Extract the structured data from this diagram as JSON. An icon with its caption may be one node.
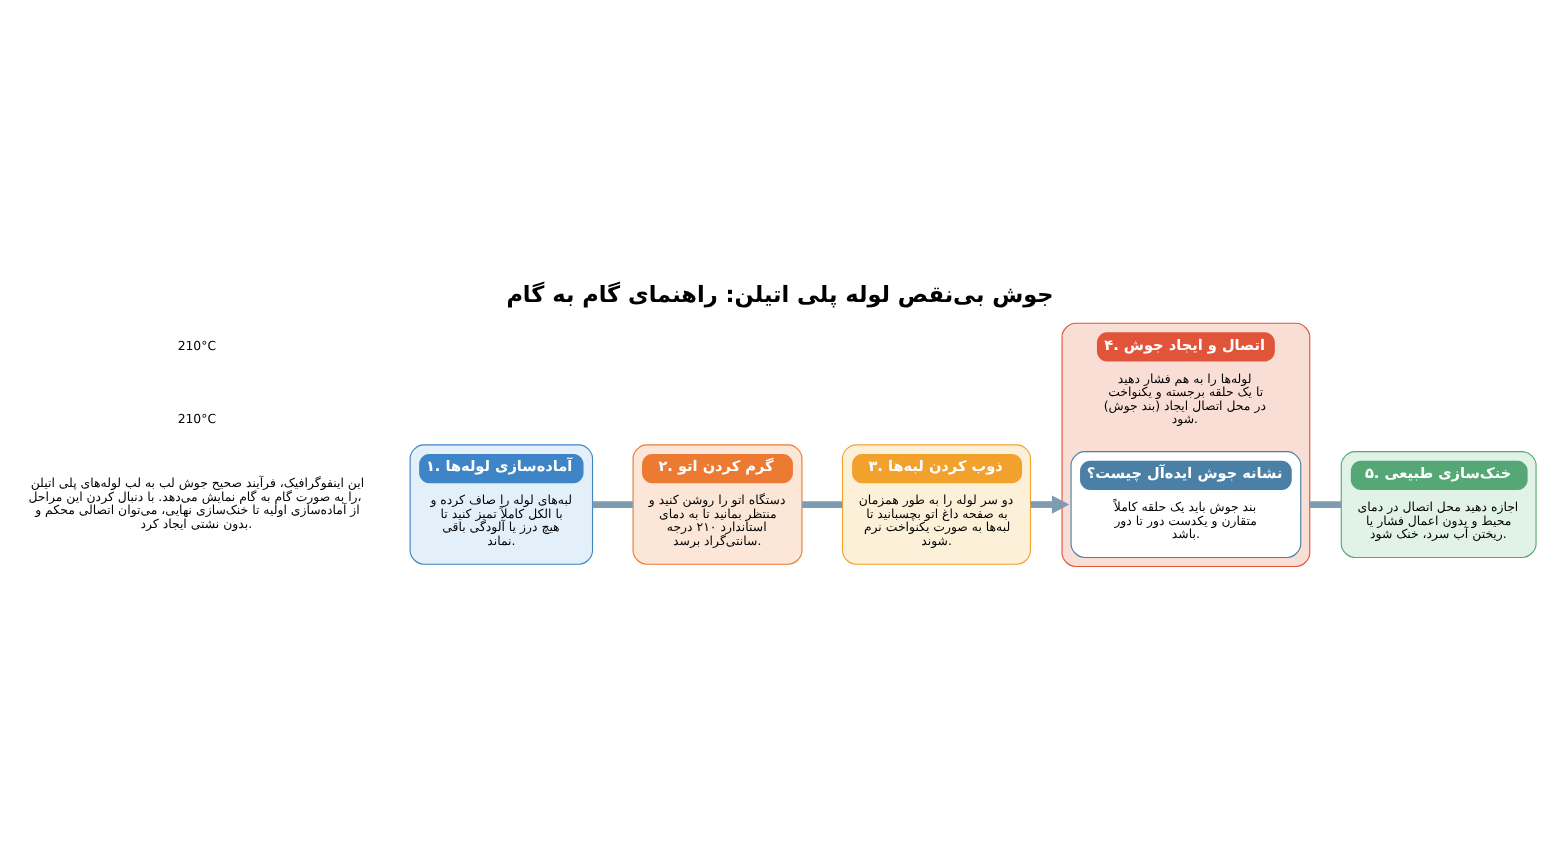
{
  "diagram": {
    "title": "جوش بی‌نقص لوله پلی اتیلن: راهنمای گام به گام",
    "nodes": [
      {
        "text": [
          "۱. آماده‌سازی لوله‌ها",
          "لبه‌های لوله را صاف کرده و با الکل کاملاً تمیز کنید تا هیچ درز یا آلودگی باقی نماند."
        ]
      },
      {
        "text": [
          "۲. گرم کردن اتو",
          "دستگاه اتو را روشن کنید و منتظر بمانید تا به دمای استاندارد ۲۱۰ درجه سانتی‌گراد برسد."
        ]
      },
      {
        "text": [
          "۳. ذوب کردن لبه‌ها",
          "دو سر لوله را به طور همزمان به صفحه داغ اتو بچسبانید تا لبه‌ها به صورت یکنواخت نرم شوند."
        ]
      },
      {
        "text": [
          "۴. اتصال و ایجاد جوش",
          "لوله‌ها را به هم فشار دهید تا یک حلقه برجسته و یکنواخت (بند جوش) در محل اتصال ایجاد شود."
        ]
      },
      {
        "text": [
          "نشانه جوش ایده‌آل چیست؟",
          "بند جوش باید یک حلقه کاملاً متقارن و یکدست دور تا دور باشد."
        ],
        "in": 3
      },
      {
        "text": [
          "۵. خنک‌سازی طبیعی",
          "اجازه دهید محل اتصال در دمای محیط و بدون اعمال فشار یا ریختن آب سرد، خنک شود."
        ]
      }
    ],
    "edges": [
      {
        "from": 0,
        "to": 1,
        "arrow": "none"
      },
      {
        "from": 1,
        "to": 2,
        "arrow": "none"
      },
      {
        "from": 2,
        "to": 3,
        "arrow": "to"
      },
      {
        "from": 3,
        "to": 5,
        "arrow": "none"
      }
    ],
    "labels": [
      "این اینفوگرافیک، فرآیند صحیح جوش لب به لب لوله‌های پلی اتیلن را به صورت گام به گام نمایش می‌دهد. با دنبال کردن این مراحل، از آماده‌سازی اولیه تا خنک‌سازی نهایی، می‌توان اتصالی محکم و بدون نشتی ایجاد کرد.",
      "210°C",
      "210°C"
    ]
  }
}
